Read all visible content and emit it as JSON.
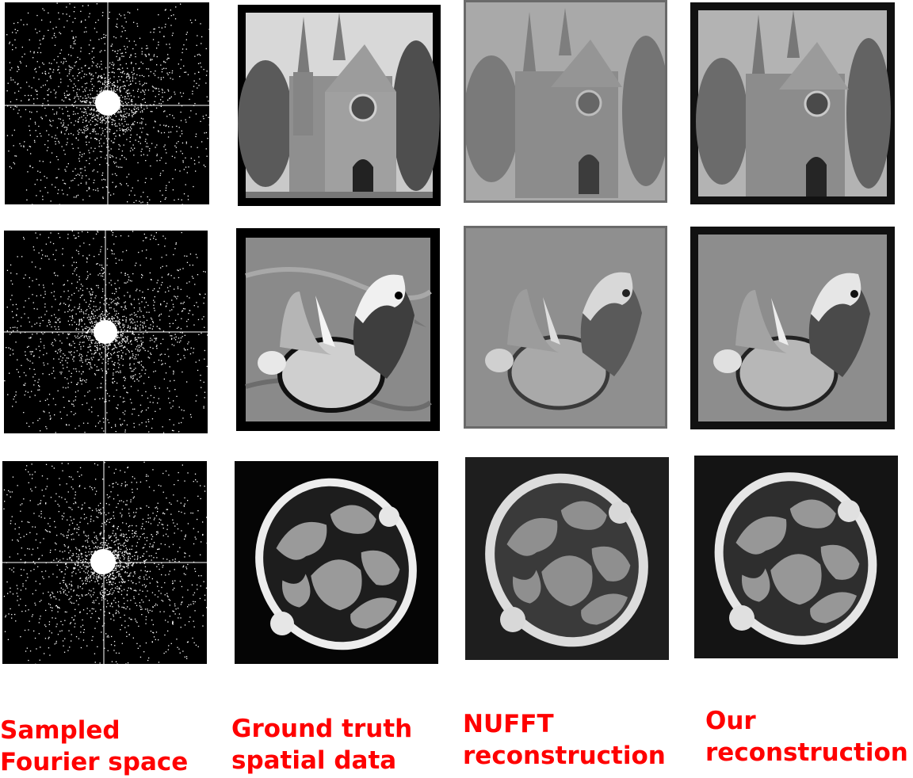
{
  "columns": [
    {
      "id": "fourier",
      "label_lines": [
        "Sampled",
        "Fourier space"
      ]
    },
    {
      "id": "ground-truth",
      "label_lines": [
        "Ground truth",
        "spatial data"
      ]
    },
    {
      "id": "nufft",
      "label_lines": [
        "NUFFT",
        "reconstruction"
      ]
    },
    {
      "id": "ours",
      "label_lines": [
        "Our",
        "reconstruction"
      ]
    }
  ],
  "rows": [
    {
      "id": "church",
      "subject": "church"
    },
    {
      "id": "duck",
      "subject": "mandarin duck"
    },
    {
      "id": "ct",
      "subject": "ct cross-section"
    }
  ],
  "colors": {
    "label": "#ff0000",
    "tile_frame": "#000000",
    "background": "#ffffff"
  }
}
